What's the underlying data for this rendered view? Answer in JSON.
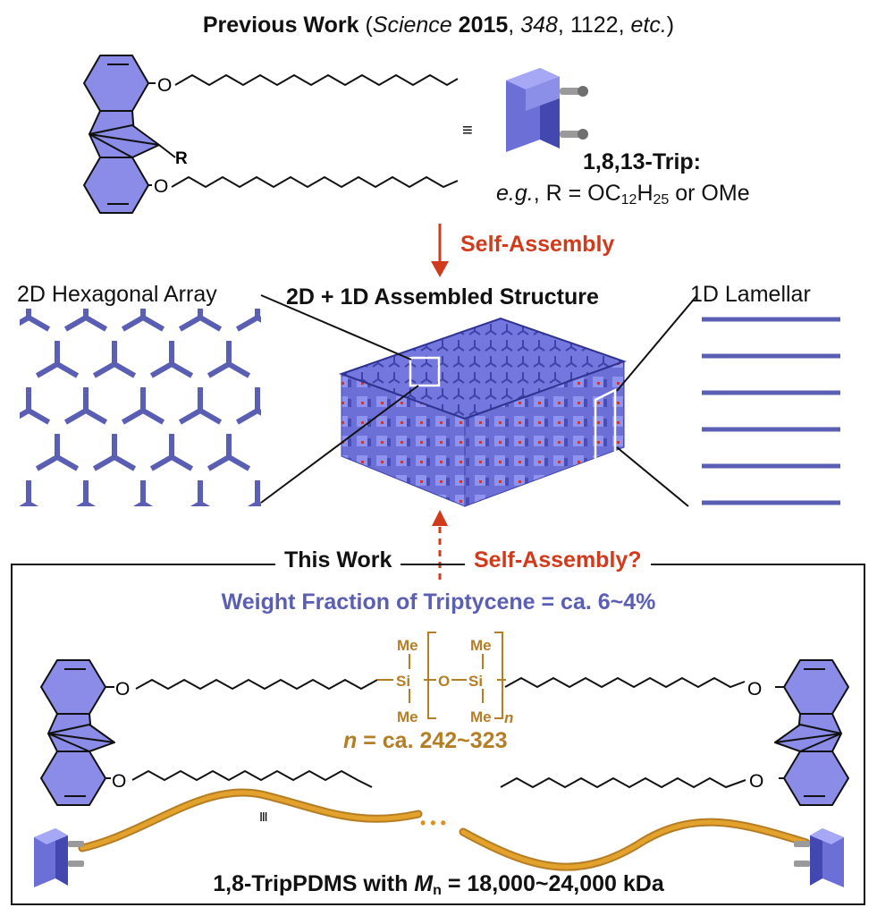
{
  "header": {
    "prefix": "Previous Work (",
    "journal": "Science",
    "year": "2015",
    "volume": "348",
    "pages": "1122",
    "etc": "etc.",
    "suffix": ")"
  },
  "previous": {
    "substituent": "R",
    "oxygen": "O",
    "equiv": "≡",
    "trip_name": "1,8,13-Trip:",
    "eg": "e.g.",
    "r_def_start": ", R = OC",
    "sub1": "12",
    "h": "H",
    "sub2": "25",
    "r_def_end": " or OMe"
  },
  "arrows": {
    "self_assembly": "Self-Assembly",
    "self_assembly_q": "Self-Assembly?"
  },
  "structures": {
    "hex_label": "2D Hexagonal Array",
    "center_label": "2D + 1D Assembled Structure",
    "lamellar_label": "1D Lamellar"
  },
  "this_work": {
    "title": "This Work",
    "weight_fraction": "Weight Fraction of Triptycene = ca. 6~4%",
    "me": "Me",
    "si": "Si",
    "o": "O",
    "n": "n",
    "n_range_rest": " = ca. 242~323",
    "equiv_small": "Ⅲ",
    "dots": "• • •",
    "product_start": "1,8-TripPDMS with ",
    "mn_m": "M",
    "mn_sub": "n",
    "product_end": " = 18,000~24,000 kDa"
  },
  "colors": {
    "triptycene": "#8a8ce8",
    "triptycene_dark": "#5b5fb3",
    "arrow_red": "#d23a1c",
    "siloxane_gold": "#b57d24",
    "chain_orange": "#e3a22b"
  }
}
